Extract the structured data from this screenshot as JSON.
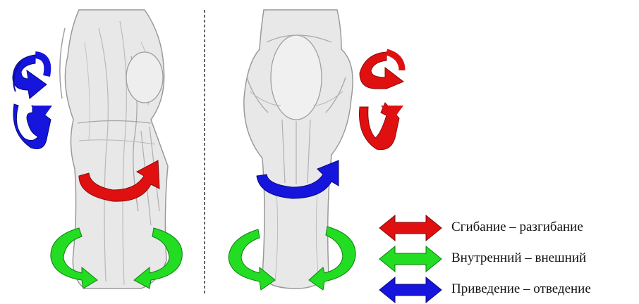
{
  "colors": {
    "red": "#e01010",
    "green": "#22dd22",
    "blue": "#1515dd",
    "divider": "#333333",
    "bone": "#e6e6e6",
    "sketch": "#b0b0b0"
  },
  "legend": [
    {
      "label": "Сгибание – разгибание",
      "color_key": "red"
    },
    {
      "label": "Внутренний – внешний",
      "color_key": "green"
    },
    {
      "label": "Приведение – отведение",
      "color_key": "blue"
    }
  ],
  "figures": {
    "left": {
      "illustration": "knee-side-view",
      "rotation_arrows": [
        "blue",
        "red",
        "green"
      ]
    },
    "right": {
      "illustration": "knee-front-view",
      "rotation_arrows": [
        "red",
        "blue",
        "green"
      ]
    }
  }
}
